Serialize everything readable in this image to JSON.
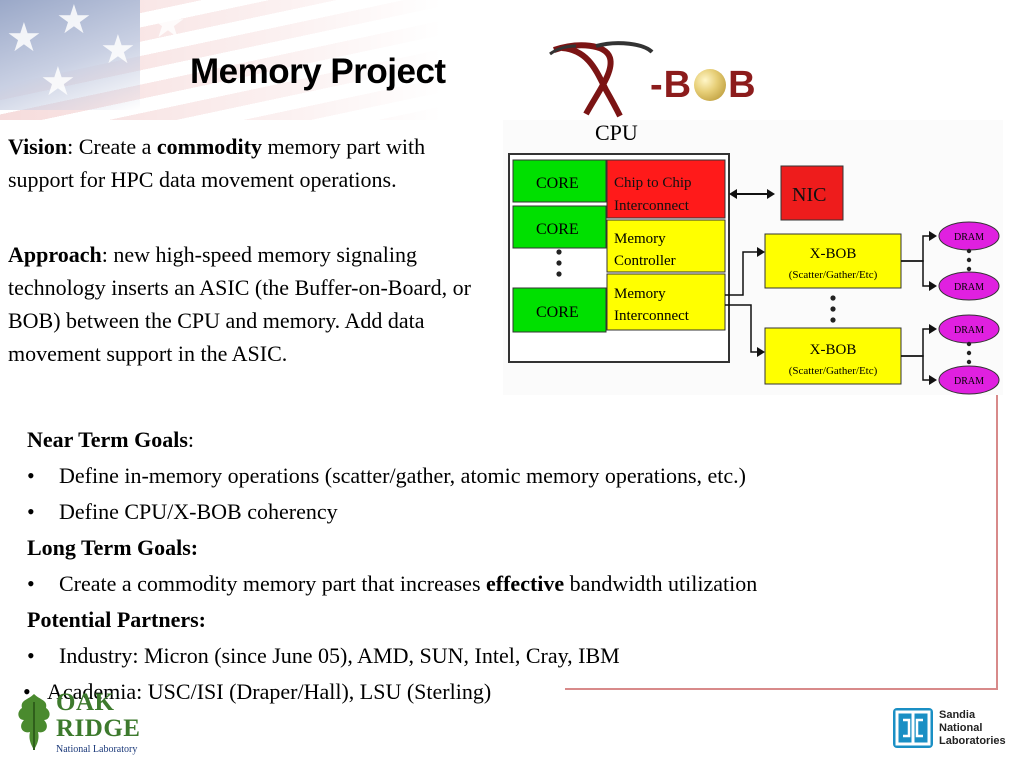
{
  "slide": {
    "title": "Memory Project",
    "logo_text_left": "-B",
    "logo_text_right": "B"
  },
  "vision": {
    "label": "Vision",
    "text_pre": ": Create a ",
    "bold_word": "commodity",
    "text_post": " memory part with support for HPC data movement operations."
  },
  "approach": {
    "label": "Approach",
    "text": ": new high-speed memory signaling technology inserts an ASIC (the Buffer-on-Board, or BOB) between the CPU and memory.  Add data movement support in the ASIC."
  },
  "goals": {
    "near_term_heading": "Near Term Goals",
    "near_term_colon": ":",
    "near_term_items": [
      "Define in-memory operations (scatter/gather, atomic memory operations, etc.)",
      "Define CPU/X-BOB coherency"
    ],
    "long_term_heading": "Long Term Goals:",
    "long_term_pre": "Create a commodity memory part that increases ",
    "long_term_bold": "effective",
    "long_term_post": " bandwidth utilization",
    "partners_heading": "Potential Partners:",
    "partners_items": [
      "Industry: Micron (since June 05), AMD, SUN, Intel, Cray, IBM",
      "Academia: USC/ISI (Draper/Hall), LSU (Sterling)"
    ],
    "bullet_char": "•"
  },
  "diagram": {
    "cpu_label": "CPU",
    "core_labels": [
      "CORE",
      "CORE",
      "CORE"
    ],
    "chip_to_chip": [
      "Chip to Chip",
      "Interconnect"
    ],
    "memory_controller": [
      "Memory",
      "Controller"
    ],
    "memory_interconnect": [
      "Memory",
      "Interconnect"
    ],
    "nic_label": "NIC",
    "xbob_title": "X-BOB",
    "xbob_sub": "(Scatter/Gather/Etc)",
    "dram_label": "DRAM",
    "colors": {
      "core": "#00e000",
      "chip": "#ff1a1a",
      "mem": "#ffff00",
      "nic": "#ee1c1c",
      "dram": "#e020e0"
    }
  },
  "logos": {
    "ornl_oak": "OAK",
    "ornl_ridge": "RIDGE",
    "ornl_lab": "National Laboratory",
    "sandia": [
      "Sandia",
      "National",
      "Laboratories"
    ]
  }
}
